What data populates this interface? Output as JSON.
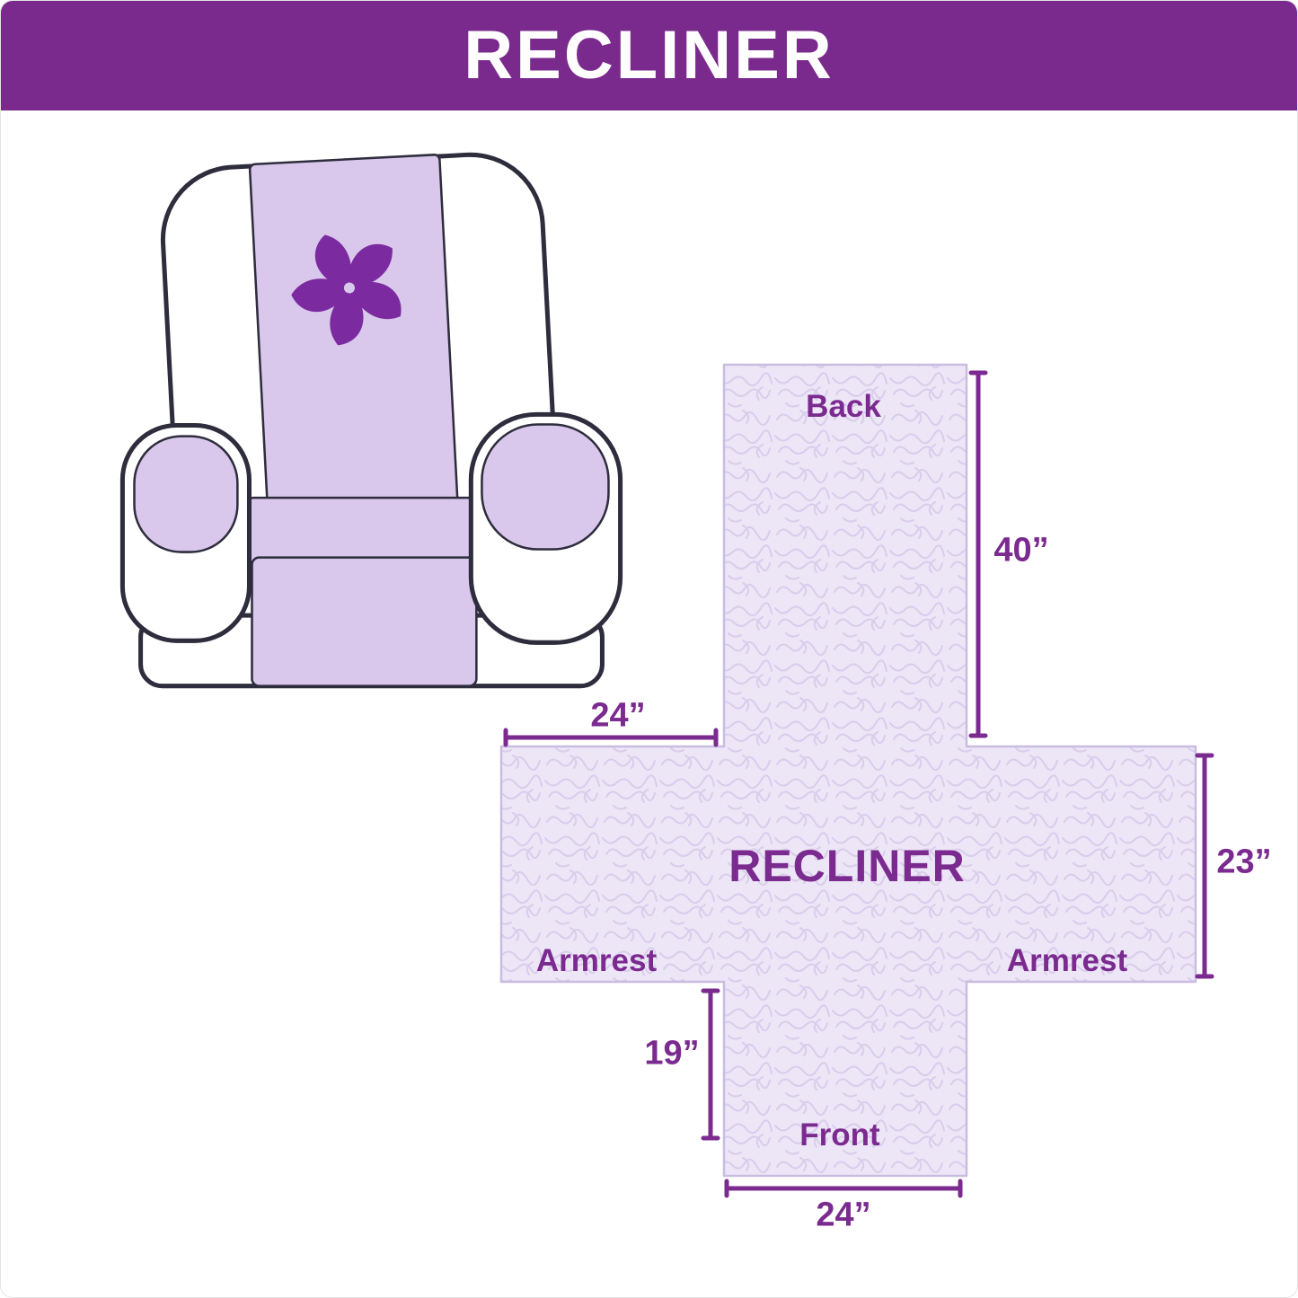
{
  "header": {
    "title": "RECLINER"
  },
  "illustration": {
    "description": "armchair recliner with quilted slipcover and pinwheel logo"
  },
  "diagram": {
    "center_label": "RECLINER",
    "labels": {
      "back": "Back",
      "front": "Front",
      "armrest_left": "Armrest",
      "armrest_right": "Armrest"
    },
    "dims": {
      "back_height": "40”",
      "top_width": "24”",
      "side_height": "23”",
      "seat_front_height": "19”",
      "front_width": "24”"
    }
  },
  "colors": {
    "banner": "#7a2a8c",
    "accent": "#7b2a8f",
    "cover": "#d9c7ec",
    "logo": "#7b2aa0",
    "outline": "#2d2d3d",
    "fabric": "#ece6f7",
    "squiggle": "#d9cdeb",
    "crossedge": "#c9bce0"
  }
}
